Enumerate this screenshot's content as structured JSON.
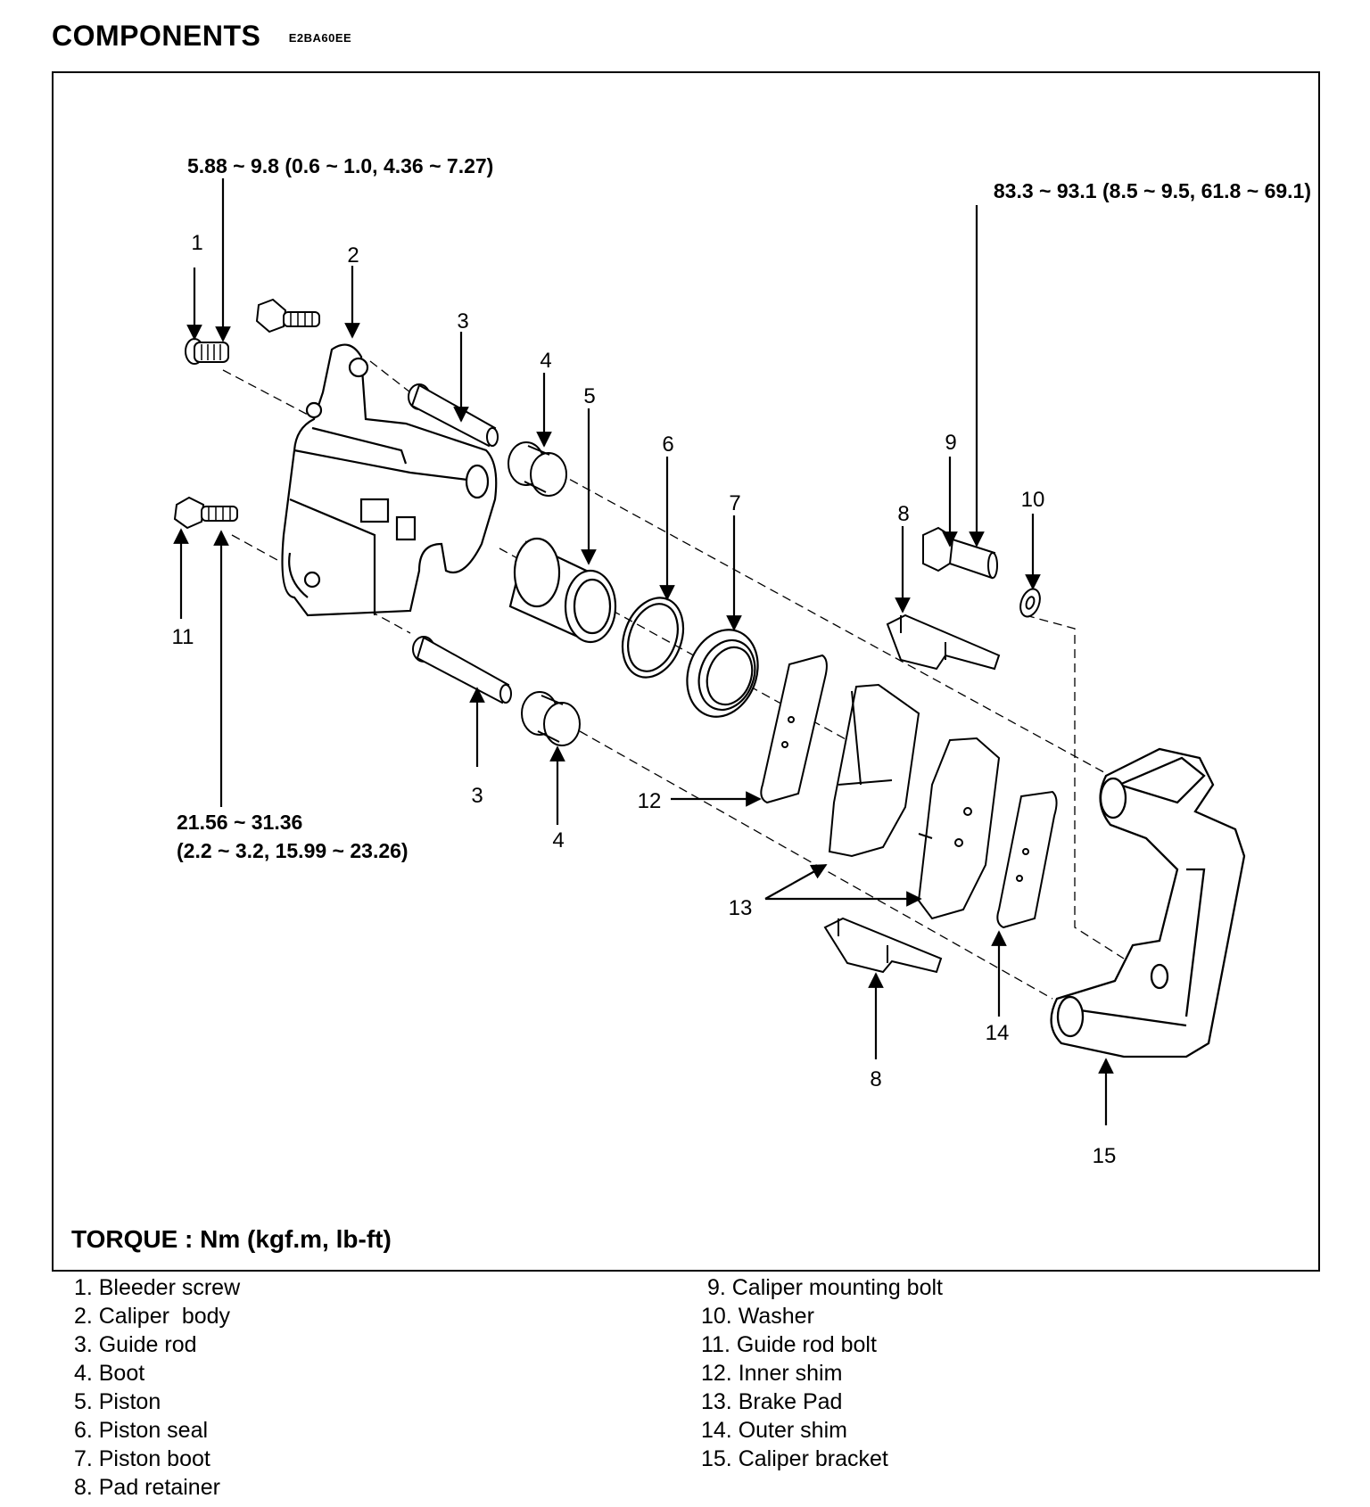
{
  "header": {
    "title": "COMPONENTS",
    "code": "E2BA60EE"
  },
  "torque_specs": {
    "bleeder": "5.88 ~ 9.8 (0.6 ~ 1.0, 4.36 ~ 7.27)",
    "mounting": "83.3 ~ 93.1 (8.5 ~ 9.5, 61.8 ~ 69.1)",
    "guide_line1": "21.56 ~ 31.36",
    "guide_line2": "(2.2 ~ 3.2, 15.99 ~ 23.26)"
  },
  "callouts": {
    "c1": "1",
    "c2": "2",
    "c3a": "3",
    "c3b": "3",
    "c4a": "4",
    "c4b": "4",
    "c5": "5",
    "c6": "6",
    "c7": "7",
    "c8a": "8",
    "c8b": "8",
    "c9": "9",
    "c10": "10",
    "c11": "11",
    "c12": "12",
    "c13": "13",
    "c14": "14",
    "c15": "15"
  },
  "torque_unit": "TORQUE : Nm (kgf.m, lb-ft)",
  "parts_left": [
    " 1. Bleeder screw",
    " 2. Caliper  body",
    " 3. Guide rod",
    " 4. Boot",
    " 5. Piston",
    " 6. Piston seal",
    " 7. Piston boot",
    " 8. Pad retainer"
  ],
  "parts_right": [
    " 9. Caliper mounting bolt",
    "10. Washer",
    "11. Guide rod bolt",
    "12. Inner shim",
    "13. Brake Pad",
    "14. Outer shim",
    "15. Caliper bracket"
  ]
}
